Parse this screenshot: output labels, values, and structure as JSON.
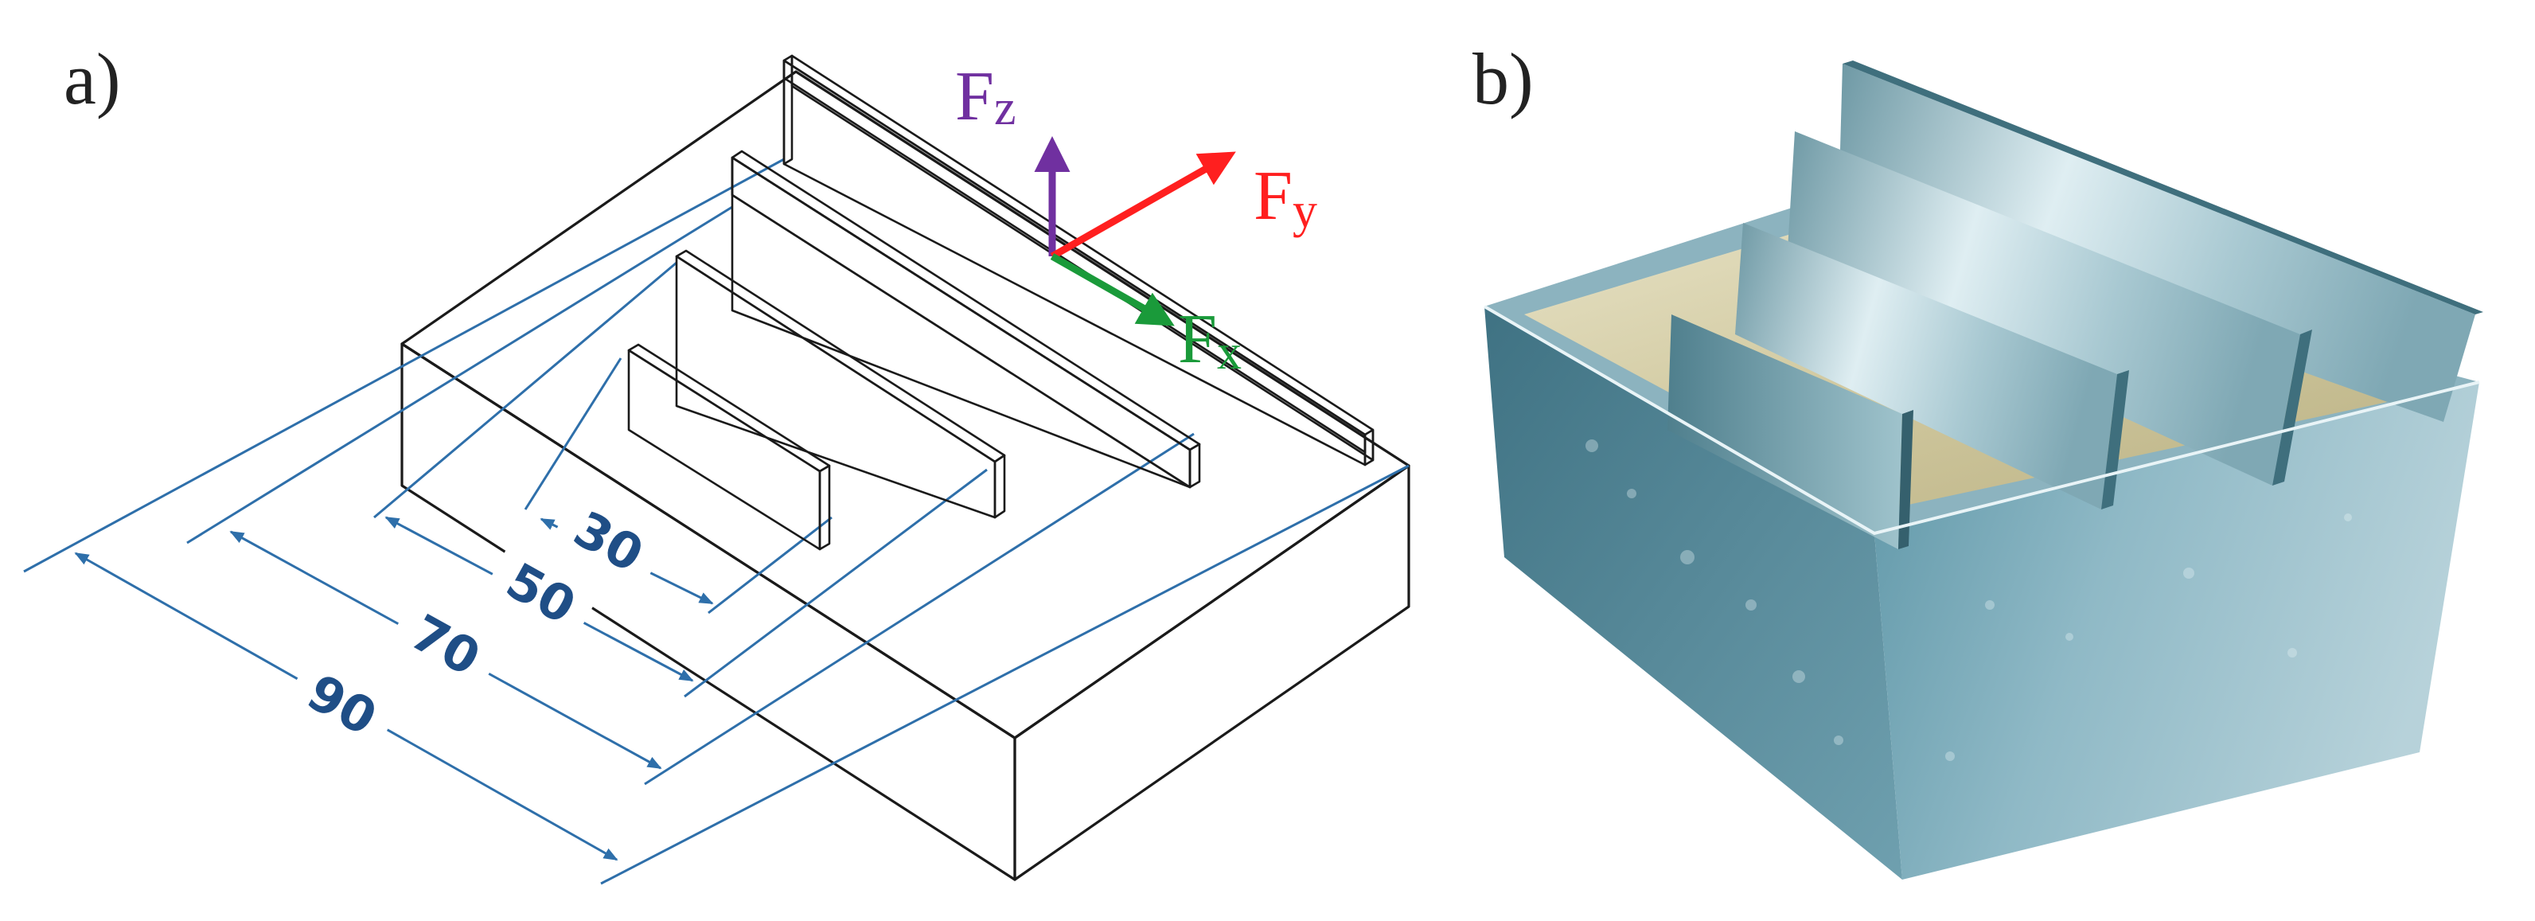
{
  "panels": {
    "a": {
      "label": "a)"
    },
    "b": {
      "label": "b)"
    }
  },
  "forces": {
    "fz": {
      "main": "F",
      "sub": "z",
      "color": "#7030a0"
    },
    "fy": {
      "main": "F",
      "sub": "y",
      "color": "#ff1f1f"
    },
    "fx": {
      "main": "F",
      "sub": "x",
      "color": "#1a9a3a"
    }
  },
  "dimensions": {
    "color": "#2e6faa",
    "text_color": "#1f4e86",
    "values": [
      "30",
      "50",
      "70",
      "90"
    ]
  },
  "colors": {
    "outline": "#1a1a1a",
    "photo_metal": "#9fc4cf",
    "photo_fill": "#c9c29a"
  }
}
